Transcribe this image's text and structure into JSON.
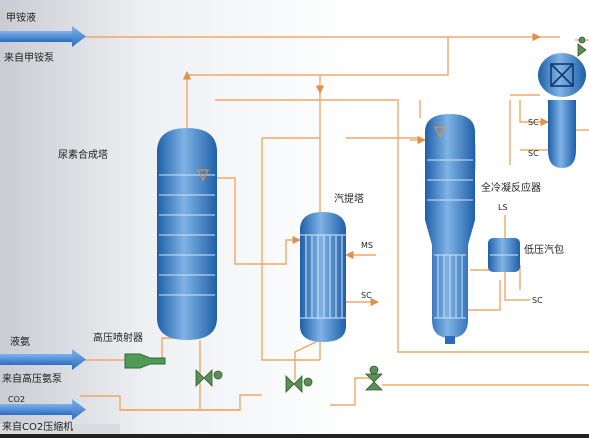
{
  "labels": {
    "formamide_liquid": "甲铵液",
    "from_formamide_pump": "来自甲铵泵",
    "urea_synthesis_tower": "尿素合成塔",
    "stripping_tower": "汽提塔",
    "full_condensation_reactor": "全冷凝反应器",
    "low_pressure_drum": "低压汽包",
    "liquid_ammonia": "液氨",
    "high_pressure_ejector": "高压喷射器",
    "from_hp_ammonia_pump": "来自高压氨泵",
    "co2": "CO2",
    "from_co2_compressor": "来自CO2压缩机",
    "ms": "MS",
    "sc_strip": "SC",
    "ls": "LS",
    "sc_drum": "SC",
    "sc_reactor_top": "SC",
    "sc_reactor_bottom": "SC"
  },
  "colors": {
    "pipe": "#f0a868",
    "arrow": "#3f7fd0",
    "vessel_dark": "#1f5fa8",
    "vessel_light": "#7fb3e6",
    "valve": "#5a8f55"
  }
}
